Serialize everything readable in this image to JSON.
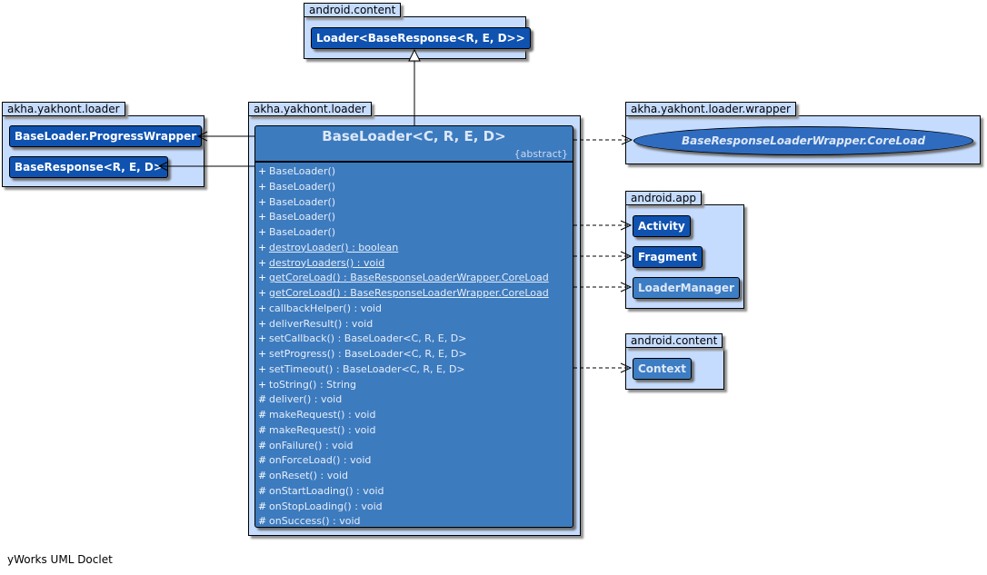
{
  "packages": {
    "android_content_top": "android.content",
    "akha_loader_left": "akha.yakhont.loader",
    "akha_loader_main": "akha.yakhont.loader",
    "akha_loader_wrapper": "akha.yakhont.loader.wrapper",
    "android_app": "android.app",
    "android_content_bottom": "android.content"
  },
  "classes": {
    "loader": "Loader<BaseResponse<R, E, D>>",
    "progress_wrapper": "BaseLoader.ProgressWrapper",
    "base_response": "BaseResponse<R, E, D>",
    "core_load": "BaseResponseLoaderWrapper.CoreLoad",
    "activity": "Activity",
    "fragment": "Fragment",
    "loader_manager": "LoaderManager",
    "context": "Context"
  },
  "main_class": {
    "name": "BaseLoader<C, R, E, D>",
    "stereotype": "{abstract}",
    "operations": [
      {
        "vis": "+",
        "text": "BaseLoader()",
        "static": false
      },
      {
        "vis": "+",
        "text": "BaseLoader()",
        "static": false
      },
      {
        "vis": "+",
        "text": "BaseLoader()",
        "static": false
      },
      {
        "vis": "+",
        "text": "BaseLoader()",
        "static": false
      },
      {
        "vis": "+",
        "text": "BaseLoader()",
        "static": false
      },
      {
        "vis": "+",
        "text": "destroyLoader() : boolean",
        "static": true
      },
      {
        "vis": "+",
        "text": "destroyLoaders() : void",
        "static": true
      },
      {
        "vis": "+",
        "text": "getCoreLoad() : BaseResponseLoaderWrapper.CoreLoad",
        "static": true
      },
      {
        "vis": "+",
        "text": "getCoreLoad() : BaseResponseLoaderWrapper.CoreLoad",
        "static": true
      },
      {
        "vis": "+",
        "text": "callbackHelper() : void",
        "static": false
      },
      {
        "vis": "+",
        "text": "deliverResult() : void",
        "static": false
      },
      {
        "vis": "+",
        "text": "setCallback() : BaseLoader<C, R, E, D>",
        "static": false
      },
      {
        "vis": "+",
        "text": "setProgress() : BaseLoader<C, R, E, D>",
        "static": false
      },
      {
        "vis": "+",
        "text": "setTimeout() : BaseLoader<C, R, E, D>",
        "static": false
      },
      {
        "vis": "+",
        "text": "toString() : String",
        "static": false
      },
      {
        "vis": "#",
        "text": "deliver() : void",
        "static": false
      },
      {
        "vis": "#",
        "text": "makeRequest() : void",
        "static": false
      },
      {
        "vis": "#",
        "text": "makeRequest() : void",
        "static": false
      },
      {
        "vis": "#",
        "text": "onFailure() : void",
        "static": false
      },
      {
        "vis": "#",
        "text": "onForceLoad() : void",
        "static": false
      },
      {
        "vis": "#",
        "text": "onReset() : void",
        "static": false
      },
      {
        "vis": "#",
        "text": "onStartLoading() : void",
        "static": false
      },
      {
        "vis": "#",
        "text": "onStopLoading() : void",
        "static": false
      },
      {
        "vis": "#",
        "text": "onSuccess() : void",
        "static": false
      }
    ]
  },
  "footer": "yWorks UML Doclet"
}
